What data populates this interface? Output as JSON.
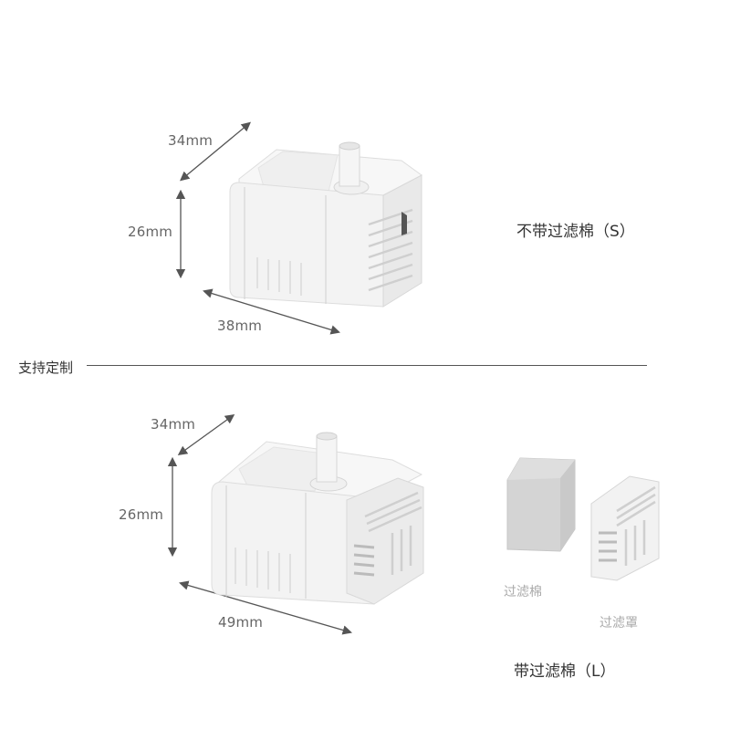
{
  "colors": {
    "background": "#ffffff",
    "text_dark": "#333333",
    "text_dim": "#666666",
    "text_light": "#aaaaaa",
    "arrow": "#555555",
    "pump_body": "#f4f4f4",
    "pump_shade": "#e2e2e2",
    "sponge": "#d2d2d2"
  },
  "small_pump": {
    "variant_label": "不带过滤棉（S）",
    "dimensions": {
      "depth": "34mm",
      "height": "26mm",
      "length": "38mm"
    }
  },
  "divider": {
    "label": "支持定制"
  },
  "large_pump": {
    "variant_label": "带过滤棉（L）",
    "dimensions": {
      "depth": "34mm",
      "height": "26mm",
      "length": "49mm"
    },
    "parts": [
      {
        "label": "过滤棉"
      },
      {
        "label": "过滤罩"
      }
    ]
  }
}
